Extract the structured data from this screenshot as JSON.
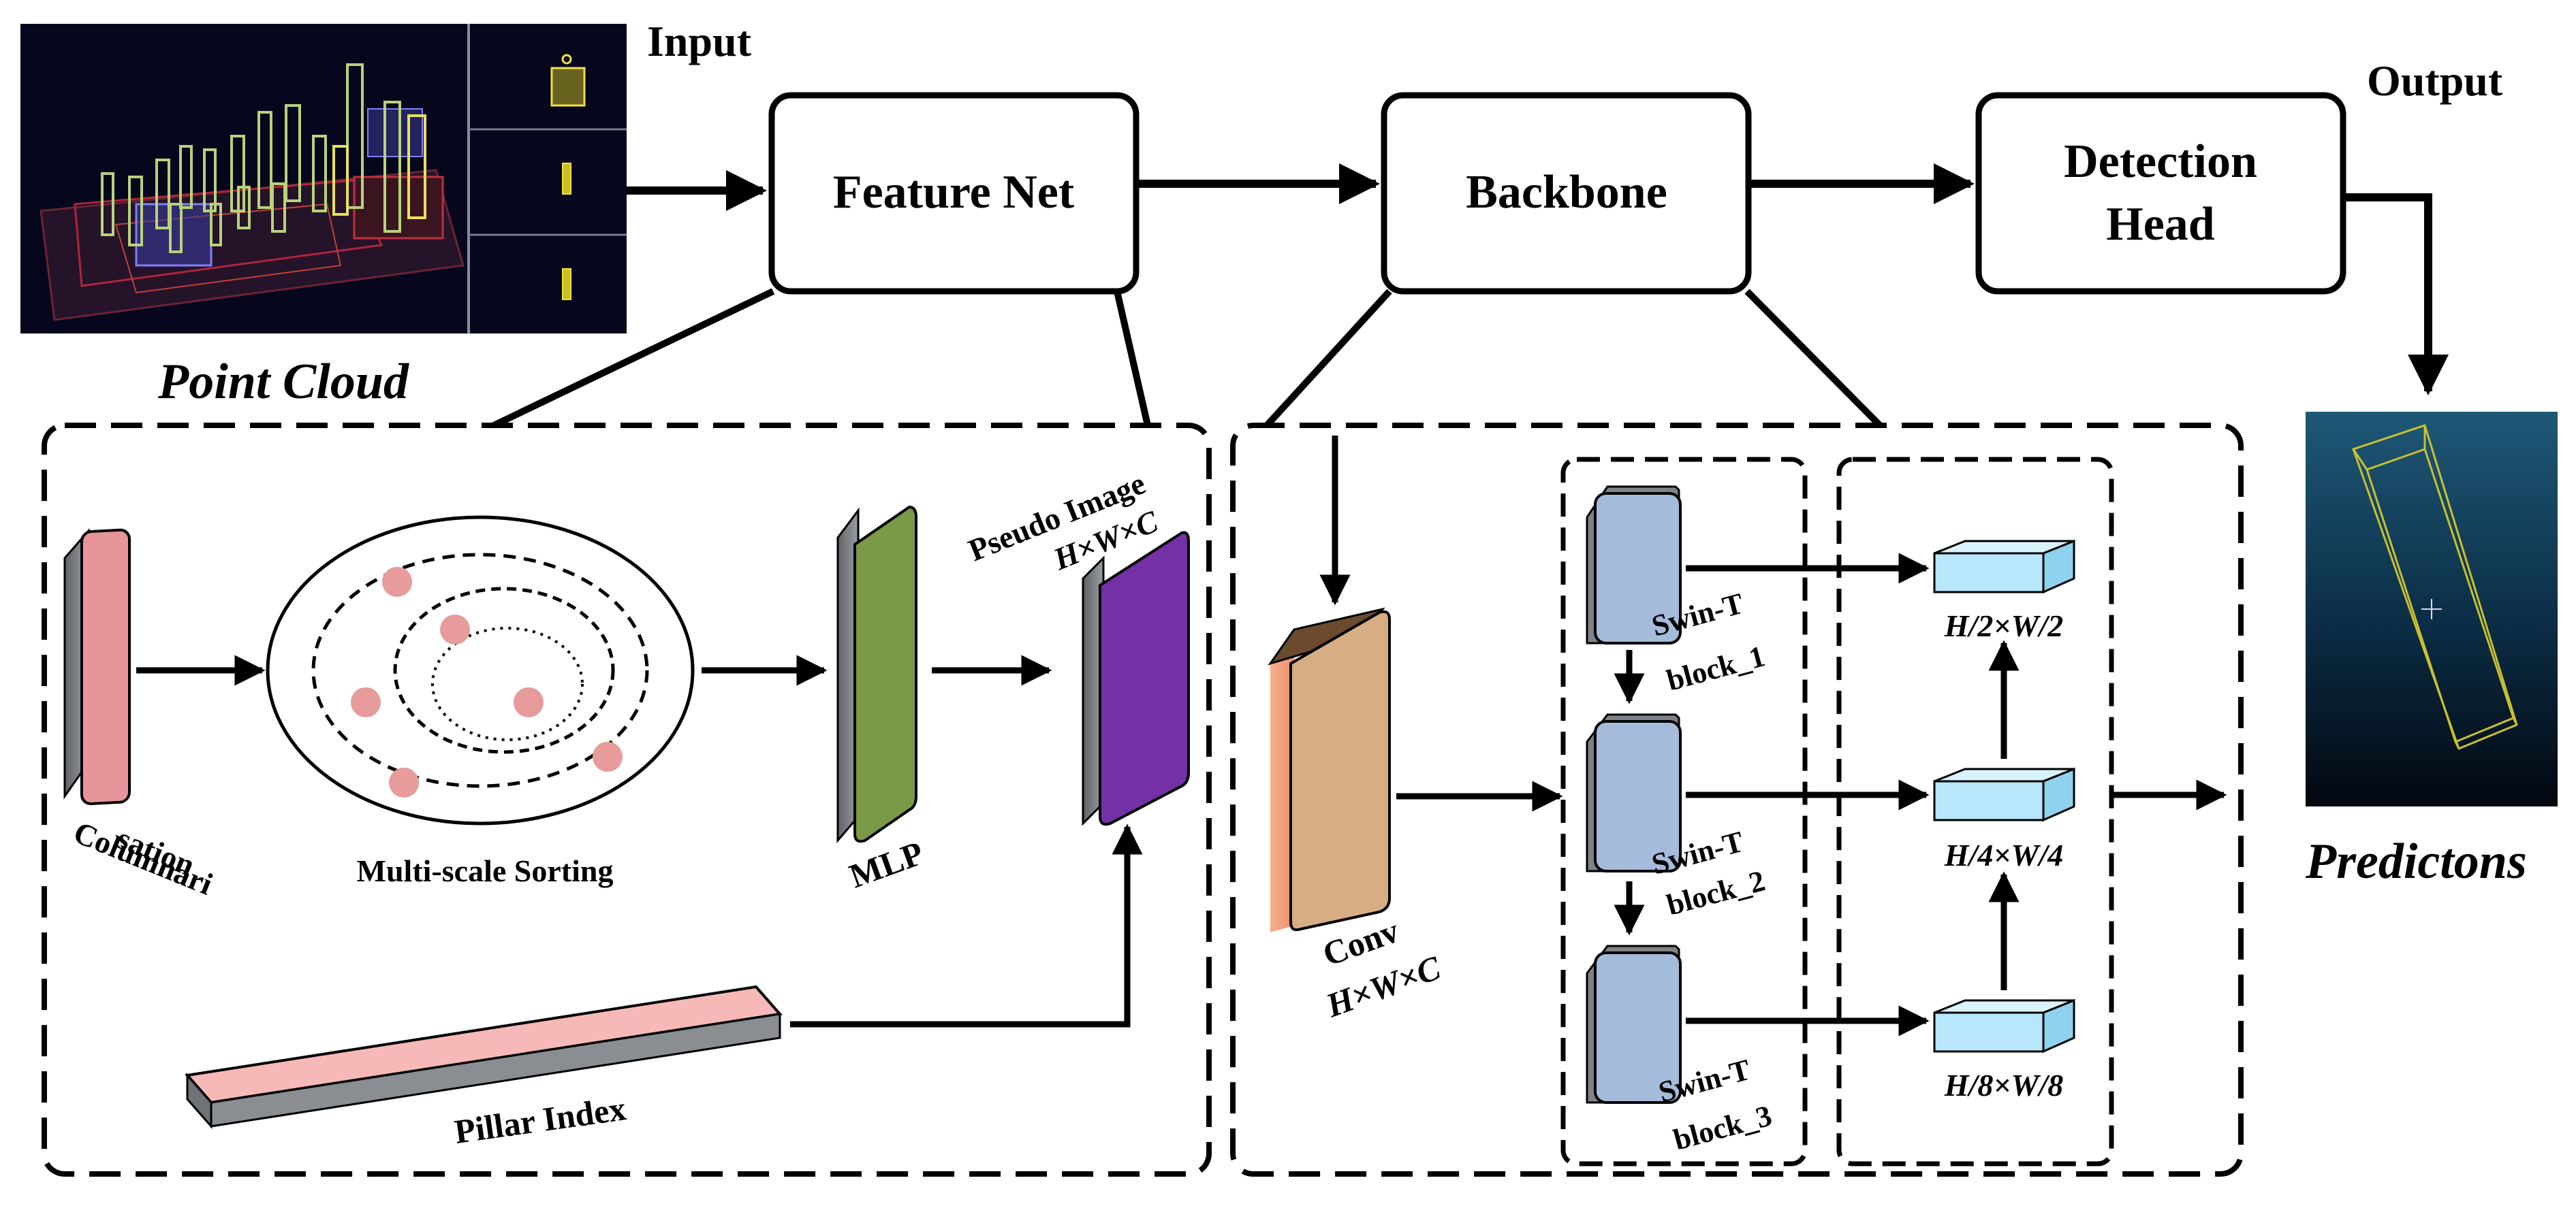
{
  "colors": {
    "line": "#000000",
    "columnarisation": "#e7959a",
    "mlp": "#7a9a47",
    "pseudo_image": "#7431a6",
    "conv": "#d7ad84",
    "conv_edge": "#f4a27d",
    "swin_block": "#a5bbdb",
    "feature_map": "#b8e6fb",
    "pillar_index": "#f6b9b7",
    "dot": "#e79b9b",
    "side_gray": "#7f8286",
    "point_cloud_bg": "#06061c",
    "prediction_bg_top": "#19506d",
    "prediction_bg_bottom": "#020811"
  },
  "top": {
    "input_label": "Input",
    "output_label": "Output",
    "point_cloud_caption": "Point Cloud",
    "predictions_caption": "Predictons",
    "feature_net": "Feature Net",
    "backbone": "Backbone",
    "detection_head_line1": "Detection",
    "detection_head_line2": "Head"
  },
  "feature_net_detail": {
    "columnarisation_line1": "Columnari",
    "columnarisation_line2": "sation",
    "multi_scale_sorting": "Multi-scale Sorting",
    "mlp": "MLP",
    "pseudo_image_line1": "Pseudo Image",
    "pseudo_image_line2": "H×W×C",
    "pillar_index": "Pillar Index"
  },
  "backbone_detail": {
    "conv_line1": "Conv",
    "conv_line2": "H×W×C",
    "swin_blocks": [
      {
        "line1": "Swin-T",
        "line2": "block_1"
      },
      {
        "line1": "Swin-T",
        "line2": "block_2"
      },
      {
        "line1": "Swin-T",
        "line2": "block_3"
      }
    ],
    "feature_maps": [
      "H/2×W/2",
      "H/4×W/4",
      "H/8×W/8"
    ]
  }
}
